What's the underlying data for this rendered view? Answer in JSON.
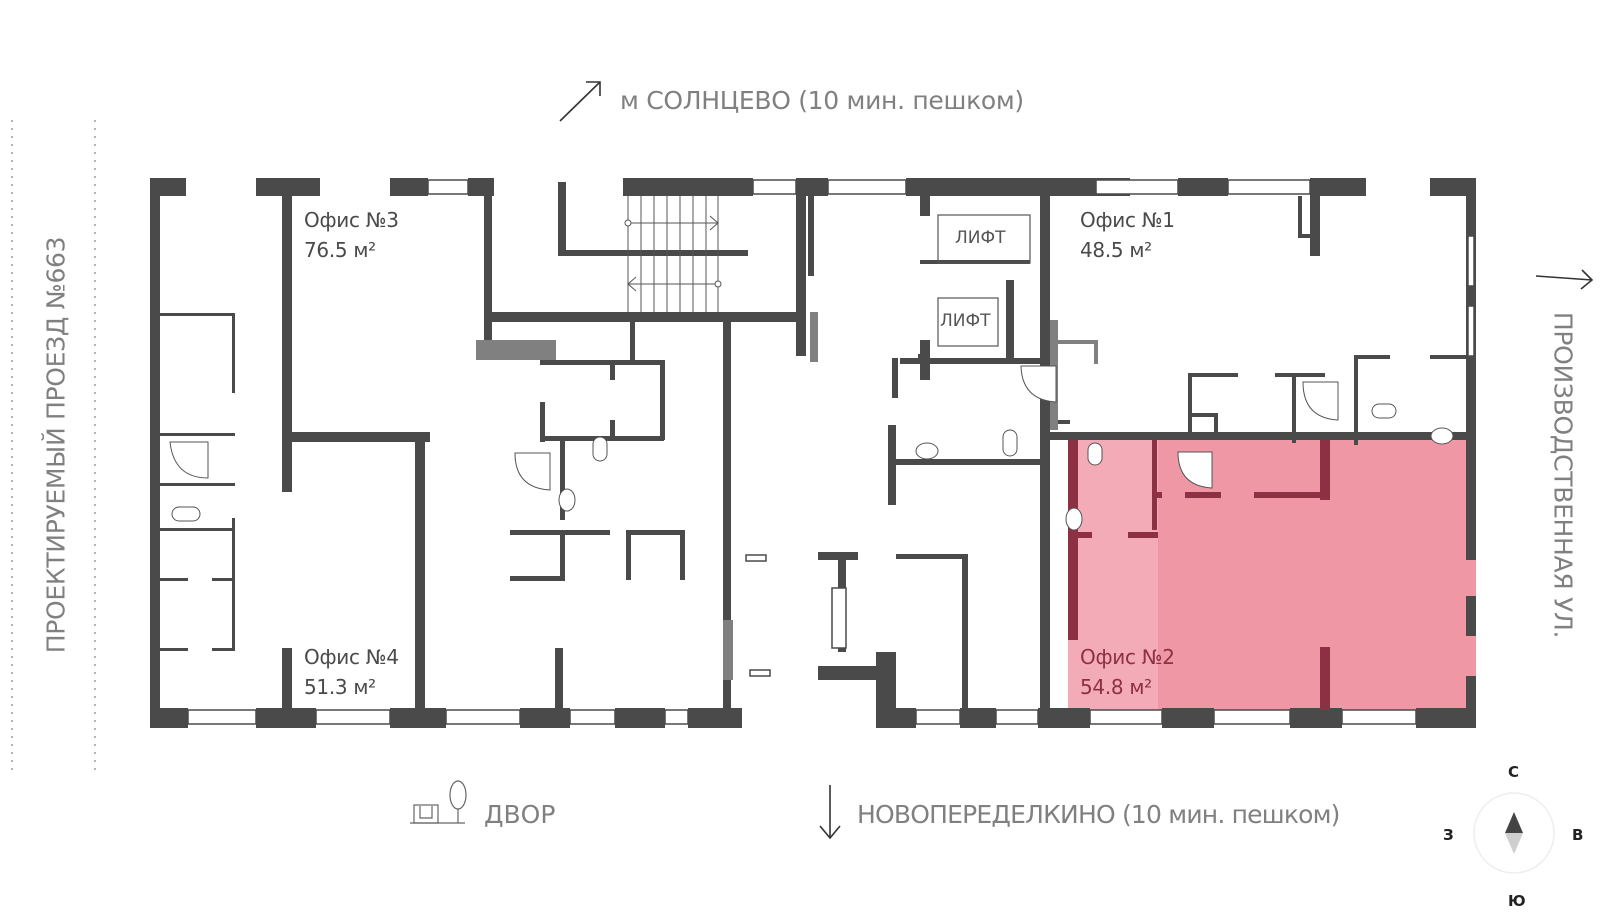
{
  "directions": {
    "top": "м СОЛНЦЕВО (10 мин. пешком)",
    "bottom": "НОВОПЕРЕДЕЛКИНО (10 мин. пешком)",
    "yard": "ДВОР",
    "street_left": "ПРОЕКТИРУЕМЫЙ ПРОЕЗД №663",
    "street_right": "ПРОИЗВОДСТВЕННАЯ УЛ."
  },
  "offices": [
    {
      "id": "office-3",
      "name": "Офис №3",
      "area": "76.5 м²",
      "selected": false
    },
    {
      "id": "office-1",
      "name": "Офис №1",
      "area": "48.5 м²",
      "selected": false
    },
    {
      "id": "office-4",
      "name": "Офис №4",
      "area": "51.3 м²",
      "selected": false
    },
    {
      "id": "office-2",
      "name": "Офис №2",
      "area": "54.8 м²",
      "selected": true
    }
  ],
  "elevators": [
    "ЛИФТ",
    "ЛИФТ"
  ],
  "compass": {
    "north": "С",
    "south": "Ю",
    "west": "З",
    "east": "В"
  },
  "colors": {
    "wall": "#4a4a4a",
    "selected_fill": "#f097a6",
    "selected_wall": "#8e3044",
    "label_text": "#808080"
  },
  "icons": {
    "arrow_top": "arrow-up-right-icon",
    "arrow_bottom": "arrow-down-icon",
    "arrow_right": "arrow-right-icon",
    "yard": "playground-tree-icon",
    "compass": "compass-icon"
  }
}
